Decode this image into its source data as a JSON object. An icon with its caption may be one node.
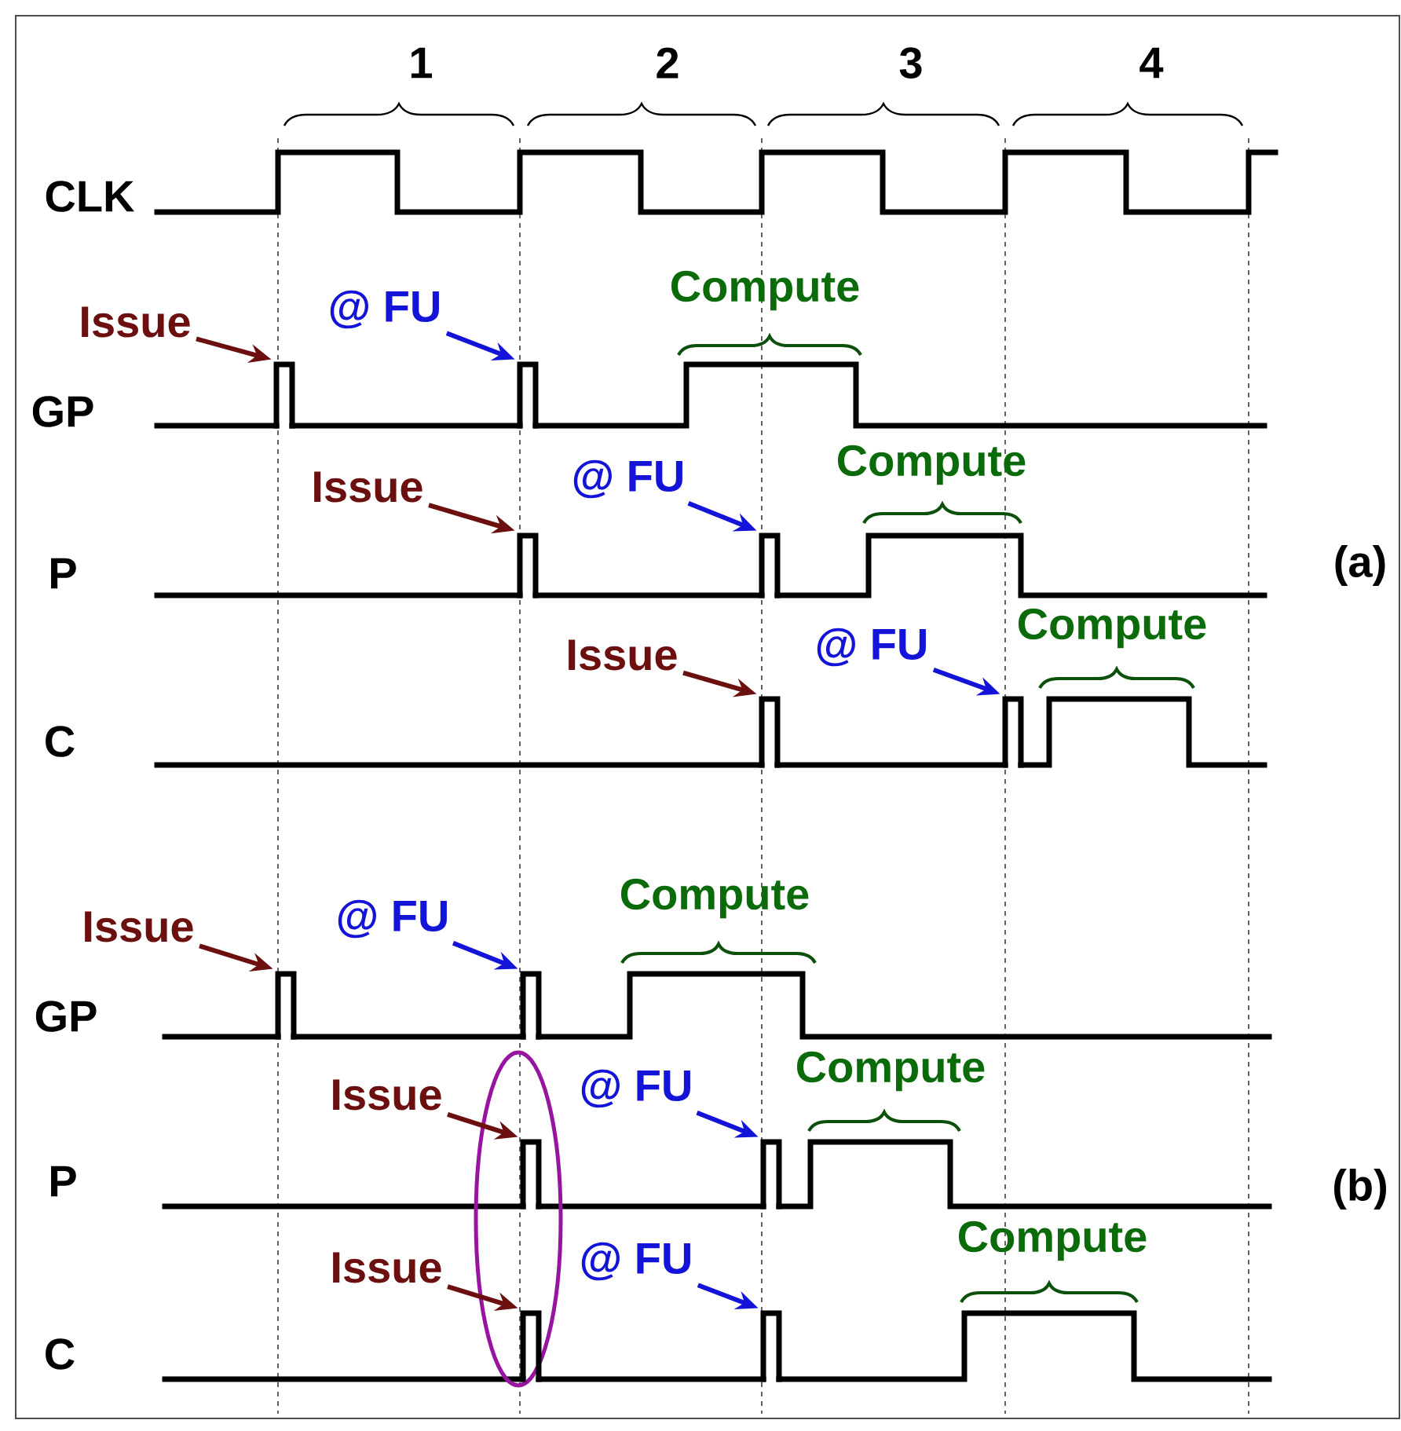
{
  "diagram": {
    "nodes": [
      {
        "text": [
          "Issue"
        ]
      },
      {
        "text": [
          "@ FU"
        ]
      },
      {
        "text": [
          "Issue"
        ]
      },
      {
        "text": [
          "@ FU"
        ]
      },
      {
        "text": [
          "Issue"
        ]
      },
      {
        "text": [
          "@ FU"
        ]
      },
      {
        "text": [
          "Issue"
        ]
      },
      {
        "text": [
          "@ FU"
        ]
      },
      {
        "text": [
          "Issue"
        ]
      },
      {
        "text": [
          "@ FU"
        ]
      },
      {
        "text": [
          "Issue"
        ]
      },
      {
        "text": [
          "@ FU"
        ]
      },
      {
        "text": [],
        "shape": "bar"
      },
      {
        "text": [],
        "shape": "bar"
      },
      {
        "text": [],
        "shape": "bar"
      },
      {
        "text": [],
        "shape": "bar"
      },
      {
        "text": [],
        "shape": "bar"
      },
      {
        "text": [],
        "shape": "bar"
      },
      {
        "text": [],
        "shape": "bar"
      },
      {
        "text": [],
        "shape": "bar"
      },
      {
        "text": [],
        "shape": "bar"
      },
      {
        "text": [],
        "shape": "bar"
      },
      {
        "text": [],
        "shape": "bar"
      },
      {
        "text": [],
        "shape": "bar"
      }
    ],
    "edges": [
      {
        "from": 0,
        "to": 12,
        "arrow": "to",
        "color": "#6b0f0f"
      },
      {
        "from": 1,
        "to": 13,
        "arrow": "to",
        "color": "#1414d8"
      },
      {
        "from": 2,
        "to": 14,
        "arrow": "to",
        "color": "#6b0f0f"
      },
      {
        "from": 3,
        "to": 15,
        "arrow": "to",
        "color": "#1414d8"
      },
      {
        "from": 4,
        "to": 16,
        "arrow": "to",
        "color": "#6b0f0f"
      },
      {
        "from": 5,
        "to": 17,
        "arrow": "to",
        "color": "#1414d8"
      },
      {
        "from": 6,
        "to": 18,
        "arrow": "to",
        "color": "#6b0f0f"
      },
      {
        "from": 7,
        "to": 19,
        "arrow": "to",
        "color": "#1414d8"
      },
      {
        "from": 8,
        "to": 20,
        "arrow": "to",
        "color": "#6b0f0f"
      },
      {
        "from": 9,
        "to": 21,
        "arrow": "to",
        "color": "#1414d8"
      },
      {
        "from": 10,
        "to": 22,
        "arrow": "to",
        "color": "#6b0f0f"
      },
      {
        "from": 11,
        "to": 23,
        "arrow": "to",
        "color": "#1414d8"
      }
    ],
    "labels": [
      "1",
      "2",
      "3",
      "4",
      "CLK",
      "Compute",
      "GP",
      "Compute",
      "P",
      "(a)",
      "Compute",
      "C",
      "Compute",
      "GP",
      "Compute",
      "P",
      "(b)",
      "Compute",
      "C"
    ]
  }
}
